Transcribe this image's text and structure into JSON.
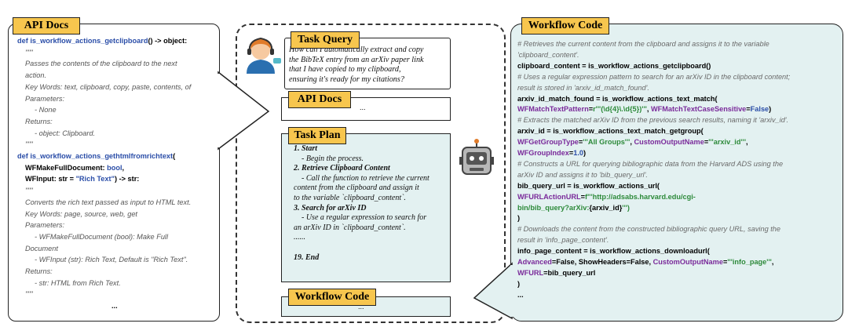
{
  "api_docs": {
    "title": "API Docs",
    "lines": [
      {
        "k": "def1",
        "text": "def is_workflow_actions_getclipboard() -> object:"
      },
      {
        "k": "d",
        "text": "\"\"\""
      },
      {
        "k": "d",
        "text": "Passes the contents of the clipboard to the     next"
      },
      {
        "k": "d",
        "text": "action."
      },
      {
        "k": "d",
        "text": "Key Words: text, clipboard, copy, paste, contents, of"
      },
      {
        "k": "d",
        "text": "Parameters:"
      },
      {
        "k": "d",
        "text": "- None"
      },
      {
        "k": "d",
        "text": "Returns:"
      },
      {
        "k": "d",
        "text": "- object: Clipboard."
      },
      {
        "k": "d",
        "text": "\"\"\""
      },
      {
        "k": "def2",
        "text": "def is_workflow_actions_gethtmlfromrichtext("
      },
      {
        "k": "p1",
        "text": "WFMakeFullDocument: bool,"
      },
      {
        "k": "p2",
        "text": "WFInput: str = \"Rich Text\") -> str:"
      },
      {
        "k": "d",
        "text": "\"\"\""
      },
      {
        "k": "d",
        "text": "Converts the rich text passed as input to HTML text."
      },
      {
        "k": "d",
        "text": "Key Words: page, source, web, get"
      },
      {
        "k": "d",
        "text": "Parameters:"
      },
      {
        "k": "d",
        "text": "- WFMakeFullDocument (bool): Make Full"
      },
      {
        "k": "d",
        "text": "Document"
      },
      {
        "k": "d",
        "text": "- WFInput (str): Rich Text, Default is \"Rich Text\"."
      },
      {
        "k": "d",
        "text": "Returns:"
      },
      {
        "k": "d",
        "text": "- str: HTML from Rich Text."
      },
      {
        "k": "d",
        "text": "\"\"\""
      },
      {
        "k": "e",
        "text": "..."
      }
    ]
  },
  "task_query": {
    "title": "Task Query",
    "lines": [
      "How can I automatically extract and copy",
      "the BibTeX entry from an arXiv paper link",
      "that I have copied to my clipboard,",
      "ensuring it's ready for my citations?"
    ]
  },
  "api_docs_small": {
    "title": "API Docs",
    "content": "..."
  },
  "task_plan": {
    "title": "Task Plan",
    "lines": [
      {
        "t": "h",
        "text": "1. Start"
      },
      {
        "t": "i",
        "text": "- Begin the process."
      },
      {
        "t": "h",
        "text": "2. Retrieve Clipboard Content"
      },
      {
        "t": "i",
        "text": "- Call the function to retrieve the current"
      },
      {
        "t": "n",
        "text": "content from the clipboard and assign it"
      },
      {
        "t": "n",
        "text": "to the variable `clipboard_content`."
      },
      {
        "t": "h",
        "text": "3. Search for arXiv ID"
      },
      {
        "t": "i",
        "text": "- Use a regular expression to search for"
      },
      {
        "t": "n",
        "text": "an arXiv ID in `clipboard_content`."
      },
      {
        "t": "n",
        "text": "......"
      },
      {
        "t": "b",
        "text": ""
      },
      {
        "t": "h",
        "text": "19. End"
      }
    ]
  },
  "workflow_code_small": {
    "title": "Workflow Code",
    "content": "..."
  },
  "workflow_code": {
    "title": "Workflow Code",
    "lines": [
      [
        [
          "cm",
          "# Retrieves the current content from the clipboard and assigns it to the variable"
        ]
      ],
      [
        [
          "cm",
          "'clipboard_content'."
        ]
      ],
      [
        [
          "b",
          "clipboard_content = is_workflow_actions_getclipboard()"
        ]
      ],
      [
        [
          "cm",
          "# Uses a regular expression pattern to search for an arXiv ID in the clipboard content;"
        ]
      ],
      [
        [
          "cm",
          "result is stored in 'arxiv_id_match_found'."
        ]
      ],
      [
        [
          "b",
          "arxiv_id_match_found = is_workflow_actions_text_match("
        ]
      ],
      [
        [
          "p",
          "   WFMatchTextPattern"
        ],
        [
          "b",
          "="
        ],
        [
          "g",
          "r'''(\\d{4}\\.\\d{5})'''"
        ],
        [
          "b",
          ", "
        ],
        [
          "p",
          "WFMatchTextCaseSensitive"
        ],
        [
          "b",
          "="
        ],
        [
          "bl",
          "False"
        ],
        [
          "b",
          ")"
        ]
      ],
      [
        [
          "cm",
          "# Extracts the matched arXiv ID from the previous search results, naming it 'arxiv_id'."
        ]
      ],
      [
        [
          "b",
          "arxiv_id = is_workflow_actions_text_match_getgroup("
        ]
      ],
      [
        [
          "p",
          "   WFGetGroupType"
        ],
        [
          "b",
          "="
        ],
        [
          "g",
          "'''All Groups'''"
        ],
        [
          "b",
          ", "
        ],
        [
          "p",
          "CustomOutputName"
        ],
        [
          "b",
          "="
        ],
        [
          "g",
          "'''arxiv_id'''"
        ],
        [
          "b",
          ","
        ]
      ],
      [
        [
          "p",
          "   WFGroupIndex"
        ],
        [
          "b",
          "="
        ],
        [
          "bl",
          "1.0"
        ],
        [
          "b",
          ")"
        ]
      ],
      [
        [
          "cm",
          "# Constructs a URL for querying bibliographic data from the Harvard ADS using the"
        ]
      ],
      [
        [
          "cm",
          "arXiv ID and assigns it to 'bib_query_url'."
        ]
      ],
      [
        [
          "b",
          "bib_query_url = is_workflow_actions_url("
        ]
      ],
      [
        [
          "p",
          "   WFURLActionURL"
        ],
        [
          "b",
          "="
        ],
        [
          "g",
          "f'''http://adsabs.harvard.edu/cgi-"
        ]
      ],
      [
        [
          "g",
          "   bin/bib_query?arXiv:"
        ],
        [
          "b",
          "{arxiv_id}"
        ],
        [
          "g",
          "''')"
        ]
      ],
      [
        [
          "b",
          ")"
        ]
      ],
      [
        [
          "cm",
          "# Downloads the content from the constructed bibliographic query URL, saving the"
        ]
      ],
      [
        [
          "cm",
          "result in 'info_page_content'."
        ]
      ],
      [
        [
          "b",
          "info_page_content = is_workflow_actions_downloadurl("
        ]
      ],
      [
        [
          "p",
          "   Advanced"
        ],
        [
          "b",
          "=False, ShowHeaders=False, "
        ],
        [
          "p",
          "CustomOutputName"
        ],
        [
          "b",
          "="
        ],
        [
          "g",
          "'''info_page'''"
        ],
        [
          "b",
          ","
        ]
      ],
      [
        [
          "p",
          "   WFURL"
        ],
        [
          "b",
          "=bib_query_url"
        ]
      ],
      [
        [
          "b",
          ")"
        ]
      ],
      [
        [
          "b",
          "                                                  ..."
        ]
      ]
    ]
  }
}
